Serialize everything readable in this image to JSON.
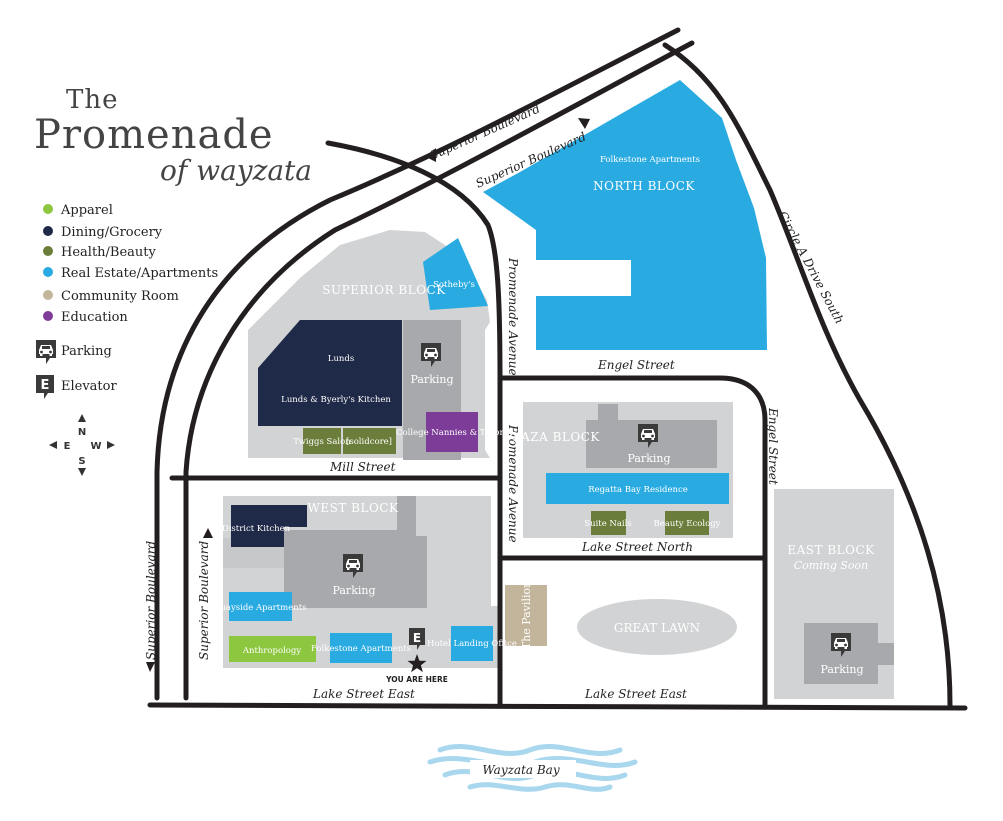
{
  "title": {
    "line1": "The",
    "line2": "Promenade",
    "line3": "of wayzata"
  },
  "colors": {
    "apparel": "#8dc63f",
    "dining": "#1f2a48",
    "health": "#6b7d3a",
    "realestate": "#29abe2",
    "community": "#c2b59b",
    "education": "#7d3c98",
    "block_gray": "#d1d3d4",
    "parking_gray": "#a7a9ac",
    "street": "#231f20",
    "water": "#a9d7ee"
  },
  "legend": [
    {
      "label": "Apparel",
      "color": "#8dc63f"
    },
    {
      "label": "Dining/Grocery",
      "color": "#1f2a48"
    },
    {
      "label": "Health/Beauty",
      "color": "#6b7d3a"
    },
    {
      "label": "Real Estate/Apartments",
      "color": "#29abe2"
    },
    {
      "label": "Community Room",
      "color": "#c2b59b"
    },
    {
      "label": "Education",
      "color": "#7d3c98"
    }
  ],
  "legend_icons": {
    "parking": "Parking",
    "parking_icon": "car-icon",
    "elevator": "Elevator",
    "elevator_letter": "E"
  },
  "compass": {
    "n": "N",
    "s": "S",
    "e": "E",
    "w": "W"
  },
  "streets": {
    "superior_blvd_top1": "Superior Boulevard",
    "superior_blvd_top2": "Superior Boulevard",
    "superior_blvd_left1": "Superior Boulevard",
    "superior_blvd_left2": "Superior Boulevard",
    "promenade_ave_1": "Promenade Avenue",
    "promenade_ave_2": "Promenade Avenue",
    "circle_a_drive": "Circle A Drive South",
    "engel_street_h": "Engel Street",
    "engel_street_v": "Engel Street",
    "mill_street": "Mill Street",
    "lake_street_north": "Lake Street North",
    "lake_street_east_1": "Lake Street East",
    "lake_street_east_2": "Lake Street East",
    "wayzata_bay": "Wayzata Bay"
  },
  "blocks": {
    "north_apartments": "Folkestone Apartments",
    "north_block": "NORTH BLOCK",
    "superior_block": "SUPERIOR BLOCK",
    "plaza_block": "PLAZA BLOCK",
    "west_block": "WEST BLOCK",
    "east_block": "EAST BLOCK",
    "east_coming": "Coming Soon",
    "great_lawn": "GREAT LAWN",
    "pavilion": "The Pavilion"
  },
  "stores": {
    "sothebys": "Sotheby's",
    "lunds": "Lunds",
    "lunds_kitchen": "Lunds & Byerly's Kitchen",
    "twiggs": "Twiggs Salon",
    "solidcore": "[solidcore]",
    "college_nannies": "College Nannies & Tutors",
    "regatta": "Regatta Bay Residence",
    "suite_nails": "Suite Nails",
    "beauty_ecology": "Beauty Ecology",
    "district_kitchen": "District Kitchen",
    "quayside": "Quayside Apartments",
    "anthropology": "Anthropology",
    "folkestone_west": "Folkestone Apartments",
    "hotel_landing": "Hotel Landing Office"
  },
  "parking_label": "Parking",
  "you_are_here": "YOU ARE HERE",
  "elevator_letter": "E"
}
